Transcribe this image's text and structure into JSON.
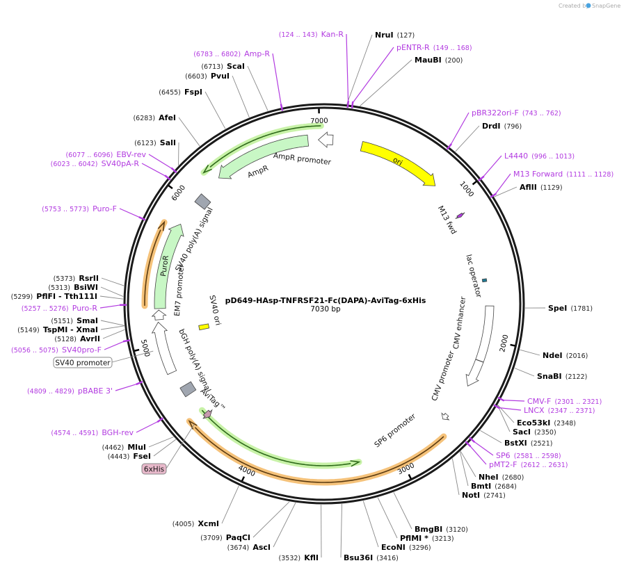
{
  "watermark": {
    "text": "Created by",
    "brand": "SnapGene"
  },
  "plasmid": {
    "name": "pD649-HAsp-TNFRSF21-Fc(DAPA)-AviTag-6xHis",
    "length_label": "7030 bp",
    "length": 7030
  },
  "ticks": [
    "1000",
    "2000",
    "3000",
    "4000",
    "5000",
    "6000",
    "7000"
  ],
  "colors": {
    "enzyme_line": "#888888",
    "primer": "#b23be0",
    "backbone": "#1a1a1a"
  },
  "enzymes": [
    {
      "name": "NruI",
      "pos": "(127)",
      "bp": 127
    },
    {
      "name": "MauBI",
      "pos": "(200)",
      "bp": 200
    },
    {
      "name": "DrdI",
      "pos": "(796)",
      "bp": 796
    },
    {
      "name": "AflII",
      "pos": "(1129)",
      "bp": 1129
    },
    {
      "name": "SpeI",
      "pos": "(1781)",
      "bp": 1781
    },
    {
      "name": "NdeI",
      "pos": "(2016)",
      "bp": 2016
    },
    {
      "name": "SnaBI",
      "pos": "(2122)",
      "bp": 2122
    },
    {
      "name": "Eco53kI",
      "pos": "(2348)",
      "bp": 2348
    },
    {
      "name": "SacI",
      "pos": "(2350)",
      "bp": 2350
    },
    {
      "name": "BstXI",
      "pos": "(2521)",
      "bp": 2521
    },
    {
      "name": "NheI",
      "pos": "(2680)",
      "bp": 2680
    },
    {
      "name": "BmtI",
      "pos": "(2684)",
      "bp": 2684
    },
    {
      "name": "NotI",
      "pos": "(2741)",
      "bp": 2741
    },
    {
      "name": "BmgBI",
      "pos": "(3120)",
      "bp": 3120
    },
    {
      "name": "PflMI *",
      "pos": "(3213)",
      "bp": 3213
    },
    {
      "name": "EcoNI",
      "pos": "(3296)",
      "bp": 3296
    },
    {
      "name": "Bsu36I",
      "pos": "(3416)",
      "bp": 3416
    },
    {
      "name": "KflI",
      "pos": "(3532)",
      "bp": 3532
    },
    {
      "name": "AscI",
      "pos": "(3674)",
      "bp": 3674
    },
    {
      "name": "PaqCI",
      "pos": "(3709)",
      "bp": 3709
    },
    {
      "name": "XcmI",
      "pos": "(4005)",
      "bp": 4005
    },
    {
      "name": "FseI",
      "pos": "(4443)",
      "bp": 4443
    },
    {
      "name": "MluI",
      "pos": "(4462)",
      "bp": 4462
    },
    {
      "name": "AvrII",
      "pos": "(5128)",
      "bp": 5128
    },
    {
      "name": "TspMI   - XmaI",
      "pos": "(5149)",
      "bp": 5149
    },
    {
      "name": "SmaI",
      "pos": "(5151)",
      "bp": 5151
    },
    {
      "name": "PflFI   - Tth111I",
      "pos": "(5299)",
      "bp": 5299
    },
    {
      "name": "BsiWI",
      "pos": "(5313)",
      "bp": 5313
    },
    {
      "name": "RsrII",
      "pos": "(5373)",
      "bp": 5373
    },
    {
      "name": "SalI",
      "pos": "(6123)",
      "bp": 6123
    },
    {
      "name": "AfeI",
      "pos": "(6283)",
      "bp": 6283
    },
    {
      "name": "FspI",
      "pos": "(6455)",
      "bp": 6455
    },
    {
      "name": "PvuI",
      "pos": "(6603)",
      "bp": 6603
    },
    {
      "name": "ScaI",
      "pos": "(6713)",
      "bp": 6713
    }
  ],
  "primers": [
    {
      "name": "Kan-R",
      "range": "(124 .. 143)",
      "bp": 133
    },
    {
      "name": "pENTR-R",
      "range": "(149 .. 168)",
      "bp": 158
    },
    {
      "name": "pBR322ori-F",
      "range": "(743 .. 762)",
      "bp": 752
    },
    {
      "name": "L4440",
      "range": "(996 .. 1013)",
      "bp": 1004
    },
    {
      "name": "M13 Forward",
      "range": "(1111 .. 1128)",
      "bp": 1120
    },
    {
      "name": "CMV-F",
      "range": "(2301 .. 2321)",
      "bp": 2311
    },
    {
      "name": "LNCX",
      "range": "(2347 .. 2371)",
      "bp": 2359
    },
    {
      "name": "SP6",
      "range": "(2581 .. 2598)",
      "bp": 2590
    },
    {
      "name": "pMT2-F",
      "range": "(2612 .. 2631)",
      "bp": 2622
    },
    {
      "name": "Amp-R",
      "range": "(6783 .. 6802)",
      "bp": 6792
    },
    {
      "name": "EBV-rev",
      "range": "(6077 .. 6096)",
      "bp": 6086
    },
    {
      "name": "SV40pA-R",
      "range": "(6023 .. 6042)",
      "bp": 6032
    },
    {
      "name": "Puro-F",
      "range": "(5753 .. 5773)",
      "bp": 5763
    },
    {
      "name": "Puro-R",
      "range": "(5257 .. 5276)",
      "bp": 5266
    },
    {
      "name": "SV40pro-F",
      "range": "(5056 .. 5075)",
      "bp": 5065
    },
    {
      "name": "pBABE 3'",
      "range": "(4809 .. 4829)",
      "bp": 4819
    },
    {
      "name": "BGH-rev",
      "range": "(4574 .. 4591)",
      "bp": 4582
    }
  ],
  "features": [
    {
      "name": "ori",
      "from": 261,
      "to": 845,
      "kind": "arrow",
      "color": "#ffff00"
    },
    {
      "name": "M13 fwd",
      "from": 1105,
      "to": 1125,
      "kind": "arrow",
      "color": "#b23be0"
    },
    {
      "name": "lac operator",
      "from": 1585,
      "to": 1605,
      "kind": "box",
      "color": "#1f7a94"
    },
    {
      "name": "CMV enhancer",
      "from": 1772,
      "to": 2150,
      "kind": "box",
      "color": "#ffffff"
    },
    {
      "name": "CMV promoter",
      "from": 2152,
      "to": 2340,
      "kind": "arrow",
      "color": "#ffffff"
    },
    {
      "name": "SP6 promoter",
      "from": 2580,
      "to": 2620,
      "kind": "arrow",
      "color": "#ffffff"
    },
    {
      "from": 2695,
      "to": 4470,
      "kind": "highlight",
      "color": "#f5c27a"
    },
    {
      "from": 4470,
      "to": 3273,
      "kind": "highlight",
      "color": "#c8f2a8"
    },
    {
      "name": "AviTag™",
      "from": 4440,
      "to": 4400,
      "kind": "arrow",
      "color": "#c99bb0"
    },
    {
      "name": "bGH poly(A) signal",
      "from": 4610,
      "to": 4680,
      "kind": "box",
      "color": "#a0a6b0"
    },
    {
      "name": "SV40 ori",
      "from": 5040,
      "to": 5080,
      "kind": "box",
      "color": "#ffff00"
    },
    {
      "name": "SV40 promoter",
      "from": 4797,
      "to": 5149,
      "kind": "arrow",
      "color": "#ffffff"
    },
    {
      "name": "EM7 promoter",
      "from": 5165,
      "to": 5230,
      "kind": "arrow",
      "color": "#ffffff"
    },
    {
      "name": "PuroR",
      "from": 5240,
      "to": 5840,
      "kind": "arrow",
      "color": "#c8f7c5"
    },
    {
      "from": 5260,
      "to": 5800,
      "kind": "highlight",
      "color": "#f5c27a"
    },
    {
      "name": "SV40 poly(A) signal",
      "from": 6020,
      "to": 6090,
      "kind": "box",
      "color": "#a0a6b0"
    },
    {
      "name": "AmpR",
      "from": 6920,
      "to": 6250,
      "kind": "arrow",
      "color": "#c8f7c5"
    },
    {
      "from": 7010,
      "to": 6200,
      "kind": "highlight",
      "color": "#c8f2a8"
    },
    {
      "name": "AmpR promoter",
      "from": 60,
      "to": 6990,
      "kind": "arrow",
      "color": "#ffffff"
    }
  ],
  "callouts": [
    {
      "name": "SV40 promoter",
      "color": "#ffffff",
      "bp": 4970
    },
    {
      "name": "6xHis",
      "color": "#e8b9cb",
      "bp": 4435
    }
  ]
}
